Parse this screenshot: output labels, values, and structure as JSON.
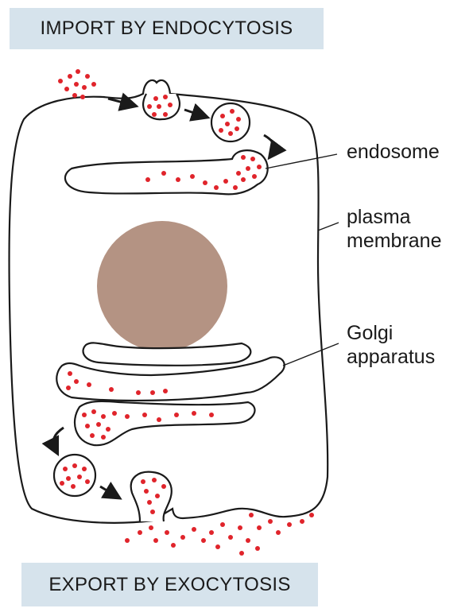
{
  "banners": {
    "import": "IMPORT BY ENDOCYTOSIS",
    "export": "EXPORT BY EXOCYTOSIS"
  },
  "labels": {
    "endosome": "endosome",
    "plasma_membrane_line1": "plasma",
    "plasma_membrane_line2": "membrane",
    "golgi_line1": "Golgi",
    "golgi_line2": "apparatus"
  },
  "colors": {
    "cargo": "#e0242b",
    "nucleus": "#b49383",
    "banner": "#d6e3ec",
    "outline": "#1a1a1a"
  }
}
